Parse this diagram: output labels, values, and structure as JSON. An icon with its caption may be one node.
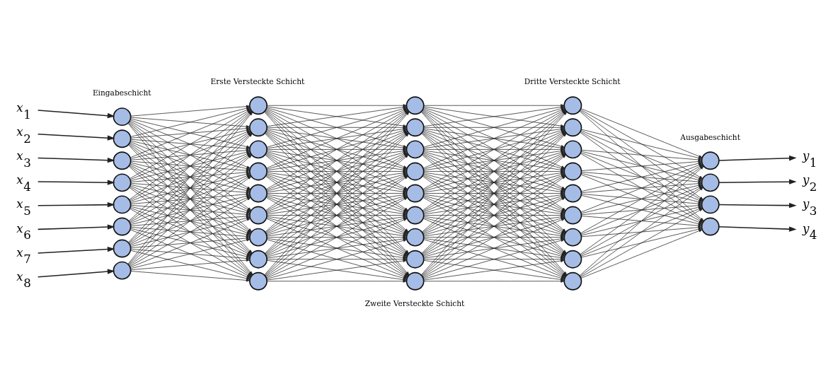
{
  "diagram": {
    "nodes": [
      {
        "text": [
          "x$_{1}$"
        ]
      },
      {
        "text": [
          "x$_{2}$"
        ]
      },
      {
        "text": [
          "x$_{3}$"
        ]
      },
      {
        "text": [
          "x$_{4}$"
        ]
      },
      {
        "text": [
          "x$_{5}$"
        ]
      },
      {
        "text": [
          "x$_{6}$"
        ]
      },
      {
        "text": [
          "x$_{7}$"
        ]
      },
      {
        "text": [
          "x$_{8}$"
        ]
      },
      {
        "text": [],
        "shape": "circle"
      },
      {
        "text": [],
        "shape": "circle"
      },
      {
        "text": [],
        "shape": "circle"
      },
      {
        "text": [],
        "shape": "circle"
      },
      {
        "text": [],
        "shape": "circle"
      },
      {
        "text": [],
        "shape": "circle"
      },
      {
        "text": [],
        "shape": "circle"
      },
      {
        "text": [],
        "shape": "circle"
      },
      {
        "text": [],
        "shape": "circle"
      },
      {
        "text": [],
        "shape": "circle"
      },
      {
        "text": [],
        "shape": "circle"
      },
      {
        "text": [],
        "shape": "circle"
      },
      {
        "text": [],
        "shape": "circle"
      },
      {
        "text": [],
        "shape": "circle"
      },
      {
        "text": [],
        "shape": "circle"
      },
      {
        "text": [],
        "shape": "circle"
      },
      {
        "text": [],
        "shape": "circle"
      },
      {
        "text": [],
        "shape": "circle"
      },
      {
        "text": [],
        "shape": "circle"
      },
      {
        "text": [],
        "shape": "circle"
      },
      {
        "text": [],
        "shape": "circle"
      },
      {
        "text": [],
        "shape": "circle"
      },
      {
        "text": [],
        "shape": "circle"
      },
      {
        "text": [],
        "shape": "circle"
      },
      {
        "text": [],
        "shape": "circle"
      },
      {
        "text": [],
        "shape": "circle"
      },
      {
        "text": [],
        "shape": "circle"
      },
      {
        "text": [],
        "shape": "circle"
      },
      {
        "text": [],
        "shape": "circle"
      },
      {
        "text": [],
        "shape": "circle"
      },
      {
        "text": [],
        "shape": "circle"
      },
      {
        "text": [],
        "shape": "circle"
      },
      {
        "text": [],
        "shape": "circle"
      },
      {
        "text": [],
        "shape": "circle"
      },
      {
        "text": [],
        "shape": "circle"
      },
      {
        "text": [],
        "shape": "circle"
      },
      {
        "text": [],
        "shape": "circle"
      },
      {
        "text": [],
        "shape": "circle"
      },
      {
        "text": [],
        "shape": "circle"
      },
      {
        "text": [
          "y$_{1}$"
        ]
      },
      {
        "text": [
          "y$_{2}$"
        ]
      },
      {
        "text": [
          "y$_{3}$"
        ]
      },
      {
        "text": [
          "y$_{4}$"
        ]
      }
    ],
    "edges": [
      {
        "from": 0,
        "to": 8,
        "arrow": "to"
      },
      {
        "from": 1,
        "to": 9,
        "arrow": "to"
      },
      {
        "from": 2,
        "to": 10,
        "arrow": "to"
      },
      {
        "from": 3,
        "to": 11,
        "arrow": "to"
      },
      {
        "from": 4,
        "to": 12,
        "arrow": "to"
      },
      {
        "from": 5,
        "to": 13,
        "arrow": "to"
      },
      {
        "from": 6,
        "to": 14,
        "arrow": "to"
      },
      {
        "from": 7,
        "to": 15,
        "arrow": "to"
      },
      {
        "from": 8,
        "to": 16,
        "arrow": "to"
      },
      {
        "from": 8,
        "to": 17,
        "arrow": "to"
      },
      {
        "from": 8,
        "to": 18,
        "arrow": "to"
      },
      {
        "from": 8,
        "to": 19,
        "arrow": "to"
      },
      {
        "from": 8,
        "to": 20,
        "arrow": "to"
      },
      {
        "from": 8,
        "to": 21,
        "arrow": "to"
      },
      {
        "from": 8,
        "to": 22,
        "arrow": "to"
      },
      {
        "from": 8,
        "to": 23,
        "arrow": "to"
      },
      {
        "from": 8,
        "to": 24,
        "arrow": "to"
      },
      {
        "from": 9,
        "to": 16,
        "arrow": "to"
      },
      {
        "from": 9,
        "to": 17,
        "arrow": "to"
      },
      {
        "from": 9,
        "to": 18,
        "arrow": "to"
      },
      {
        "from": 9,
        "to": 19,
        "arrow": "to"
      },
      {
        "from": 9,
        "to": 20,
        "arrow": "to"
      },
      {
        "from": 9,
        "to": 21,
        "arrow": "to"
      },
      {
        "from": 9,
        "to": 22,
        "arrow": "to"
      },
      {
        "from": 9,
        "to": 23,
        "arrow": "to"
      },
      {
        "from": 9,
        "to": 24,
        "arrow": "to"
      },
      {
        "from": 10,
        "to": 16,
        "arrow": "to"
      },
      {
        "from": 10,
        "to": 17,
        "arrow": "to"
      },
      {
        "from": 10,
        "to": 18,
        "arrow": "to"
      },
      {
        "from": 10,
        "to": 19,
        "arrow": "to"
      },
      {
        "from": 10,
        "to": 20,
        "arrow": "to"
      },
      {
        "from": 10,
        "to": 21,
        "arrow": "to"
      },
      {
        "from": 10,
        "to": 22,
        "arrow": "to"
      },
      {
        "from": 10,
        "to": 23,
        "arrow": "to"
      },
      {
        "from": 10,
        "to": 24,
        "arrow": "to"
      },
      {
        "from": 11,
        "to": 16,
        "arrow": "to"
      },
      {
        "from": 11,
        "to": 17,
        "arrow": "to"
      },
      {
        "from": 11,
        "to": 18,
        "arrow": "to"
      },
      {
        "from": 11,
        "to": 19,
        "arrow": "to"
      },
      {
        "from": 11,
        "to": 20,
        "arrow": "to"
      },
      {
        "from": 11,
        "to": 21,
        "arrow": "to"
      },
      {
        "from": 11,
        "to": 22,
        "arrow": "to"
      },
      {
        "from": 11,
        "to": 23,
        "arrow": "to"
      },
      {
        "from": 11,
        "to": 24,
        "arrow": "to"
      },
      {
        "from": 12,
        "to": 16,
        "arrow": "to"
      },
      {
        "from": 12,
        "to": 17,
        "arrow": "to"
      },
      {
        "from": 12,
        "to": 18,
        "arrow": "to"
      },
      {
        "from": 12,
        "to": 19,
        "arrow": "to"
      },
      {
        "from": 12,
        "to": 20,
        "arrow": "to"
      },
      {
        "from": 12,
        "to": 21,
        "arrow": "to"
      },
      {
        "from": 12,
        "to": 22,
        "arrow": "to"
      },
      {
        "from": 12,
        "to": 23,
        "arrow": "to"
      },
      {
        "from": 12,
        "to": 24,
        "arrow": "to"
      },
      {
        "from": 13,
        "to": 16,
        "arrow": "to"
      },
      {
        "from": 13,
        "to": 17,
        "arrow": "to"
      },
      {
        "from": 13,
        "to": 18,
        "arrow": "to"
      },
      {
        "from": 13,
        "to": 19,
        "arrow": "to"
      },
      {
        "from": 13,
        "to": 20,
        "arrow": "to"
      },
      {
        "from": 13,
        "to": 21,
        "arrow": "to"
      },
      {
        "from": 13,
        "to": 22,
        "arrow": "to"
      },
      {
        "from": 13,
        "to": 23,
        "arrow": "to"
      },
      {
        "from": 13,
        "to": 24,
        "arrow": "to"
      },
      {
        "from": 14,
        "to": 16,
        "arrow": "to"
      },
      {
        "from": 14,
        "to": 17,
        "arrow": "to"
      },
      {
        "from": 14,
        "to": 18,
        "arrow": "to"
      },
      {
        "from": 14,
        "to": 19,
        "arrow": "to"
      },
      {
        "from": 14,
        "to": 20,
        "arrow": "to"
      },
      {
        "from": 14,
        "to": 21,
        "arrow": "to"
      },
      {
        "from": 14,
        "to": 22,
        "arrow": "to"
      },
      {
        "from": 14,
        "to": 23,
        "arrow": "to"
      },
      {
        "from": 14,
        "to": 24,
        "arrow": "to"
      },
      {
        "from": 15,
        "to": 16,
        "arrow": "to"
      },
      {
        "from": 15,
        "to": 17,
        "arrow": "to"
      },
      {
        "from": 15,
        "to": 18,
        "arrow": "to"
      },
      {
        "from": 15,
        "to": 19,
        "arrow": "to"
      },
      {
        "from": 15,
        "to": 20,
        "arrow": "to"
      },
      {
        "from": 15,
        "to": 21,
        "arrow": "to"
      },
      {
        "from": 15,
        "to": 22,
        "arrow": "to"
      },
      {
        "from": 15,
        "to": 23,
        "arrow": "to"
      },
      {
        "from": 15,
        "to": 24,
        "arrow": "to"
      },
      {
        "from": 16,
        "to": 25,
        "arrow": "to"
      },
      {
        "from": 16,
        "to": 26,
        "arrow": "to"
      },
      {
        "from": 16,
        "to": 27,
        "arrow": "to"
      },
      {
        "from": 16,
        "to": 28,
        "arrow": "to"
      },
      {
        "from": 16,
        "to": 29,
        "arrow": "to"
      },
      {
        "from": 16,
        "to": 30,
        "arrow": "to"
      },
      {
        "from": 16,
        "to": 31,
        "arrow": "to"
      },
      {
        "from": 16,
        "to": 32,
        "arrow": "to"
      },
      {
        "from": 16,
        "to": 33,
        "arrow": "to"
      },
      {
        "from": 17,
        "to": 25,
        "arrow": "to"
      },
      {
        "from": 17,
        "to": 26,
        "arrow": "to"
      },
      {
        "from": 17,
        "to": 27,
        "arrow": "to"
      },
      {
        "from": 17,
        "to": 28,
        "arrow": "to"
      },
      {
        "from": 17,
        "to": 29,
        "arrow": "to"
      },
      {
        "from": 17,
        "to": 30,
        "arrow": "to"
      },
      {
        "from": 17,
        "to": 31,
        "arrow": "to"
      },
      {
        "from": 17,
        "to": 32,
        "arrow": "to"
      },
      {
        "from": 17,
        "to": 33,
        "arrow": "to"
      },
      {
        "from": 18,
        "to": 25,
        "arrow": "to"
      },
      {
        "from": 18,
        "to": 26,
        "arrow": "to"
      },
      {
        "from": 18,
        "to": 27,
        "arrow": "to"
      },
      {
        "from": 18,
        "to": 28,
        "arrow": "to"
      },
      {
        "from": 18,
        "to": 29,
        "arrow": "to"
      },
      {
        "from": 18,
        "to": 30,
        "arrow": "to"
      },
      {
        "from": 18,
        "to": 31,
        "arrow": "to"
      },
      {
        "from": 18,
        "to": 32,
        "arrow": "to"
      },
      {
        "from": 18,
        "to": 33,
        "arrow": "to"
      },
      {
        "from": 19,
        "to": 25,
        "arrow": "to"
      },
      {
        "from": 19,
        "to": 26,
        "arrow": "to"
      },
      {
        "from": 19,
        "to": 27,
        "arrow": "to"
      },
      {
        "from": 19,
        "to": 28,
        "arrow": "to"
      },
      {
        "from": 19,
        "to": 29,
        "arrow": "to"
      },
      {
        "from": 19,
        "to": 30,
        "arrow": "to"
      },
      {
        "from": 19,
        "to": 31,
        "arrow": "to"
      },
      {
        "from": 19,
        "to": 32,
        "arrow": "to"
      },
      {
        "from": 19,
        "to": 33,
        "arrow": "to"
      },
      {
        "from": 20,
        "to": 25,
        "arrow": "to"
      },
      {
        "from": 20,
        "to": 26,
        "arrow": "to"
      },
      {
        "from": 20,
        "to": 27,
        "arrow": "to"
      },
      {
        "from": 20,
        "to": 28,
        "arrow": "to"
      },
      {
        "from": 20,
        "to": 29,
        "arrow": "to"
      },
      {
        "from": 20,
        "to": 30,
        "arrow": "to"
      },
      {
        "from": 20,
        "to": 31,
        "arrow": "to"
      },
      {
        "from": 20,
        "to": 32,
        "arrow": "to"
      },
      {
        "from": 20,
        "to": 33,
        "arrow": "to"
      },
      {
        "from": 21,
        "to": 25,
        "arrow": "to"
      },
      {
        "from": 21,
        "to": 26,
        "arrow": "to"
      },
      {
        "from": 21,
        "to": 27,
        "arrow": "to"
      },
      {
        "from": 21,
        "to": 28,
        "arrow": "to"
      },
      {
        "from": 21,
        "to": 29,
        "arrow": "to"
      },
      {
        "from": 21,
        "to": 30,
        "arrow": "to"
      },
      {
        "from": 21,
        "to": 31,
        "arrow": "to"
      },
      {
        "from": 21,
        "to": 32,
        "arrow": "to"
      },
      {
        "from": 21,
        "to": 33,
        "arrow": "to"
      },
      {
        "from": 22,
        "to": 25,
        "arrow": "to"
      },
      {
        "from": 22,
        "to": 26,
        "arrow": "to"
      },
      {
        "from": 22,
        "to": 27,
        "arrow": "to"
      },
      {
        "from": 22,
        "to": 28,
        "arrow": "to"
      },
      {
        "from": 22,
        "to": 29,
        "arrow": "to"
      },
      {
        "from": 22,
        "to": 30,
        "arrow": "to"
      },
      {
        "from": 22,
        "to": 31,
        "arrow": "to"
      },
      {
        "from": 22,
        "to": 32,
        "arrow": "to"
      },
      {
        "from": 22,
        "to": 33,
        "arrow": "to"
      },
      {
        "from": 23,
        "to": 25,
        "arrow": "to"
      },
      {
        "from": 23,
        "to": 26,
        "arrow": "to"
      },
      {
        "from": 23,
        "to": 27,
        "arrow": "to"
      },
      {
        "from": 23,
        "to": 28,
        "arrow": "to"
      },
      {
        "from": 23,
        "to": 29,
        "arrow": "to"
      },
      {
        "from": 23,
        "to": 30,
        "arrow": "to"
      },
      {
        "from": 23,
        "to": 31,
        "arrow": "to"
      },
      {
        "from": 23,
        "to": 32,
        "arrow": "to"
      },
      {
        "from": 23,
        "to": 33,
        "arrow": "to"
      },
      {
        "from": 24,
        "to": 25,
        "arrow": "to"
      },
      {
        "from": 24,
        "to": 26,
        "arrow": "to"
      },
      {
        "from": 24,
        "to": 27,
        "arrow": "to"
      },
      {
        "from": 24,
        "to": 28,
        "arrow": "to"
      },
      {
        "from": 24,
        "to": 29,
        "arrow": "to"
      },
      {
        "from": 24,
        "to": 30,
        "arrow": "to"
      },
      {
        "from": 24,
        "to": 31,
        "arrow": "to"
      },
      {
        "from": 24,
        "to": 32,
        "arrow": "to"
      },
      {
        "from": 24,
        "to": 33,
        "arrow": "to"
      },
      {
        "from": 25,
        "to": 34,
        "arrow": "to"
      },
      {
        "from": 25,
        "to": 35,
        "arrow": "to"
      },
      {
        "from": 25,
        "to": 36,
        "arrow": "to"
      },
      {
        "from": 25,
        "to": 37,
        "arrow": "to"
      },
      {
        "from": 25,
        "to": 38,
        "arrow": "to"
      },
      {
        "from": 25,
        "to": 39,
        "arrow": "to"
      },
      {
        "from": 25,
        "to": 40,
        "arrow": "to"
      },
      {
        "from": 25,
        "to": 41,
        "arrow": "to"
      },
      {
        "from": 25,
        "to": 42,
        "arrow": "to"
      },
      {
        "from": 26,
        "to": 34,
        "arrow": "to"
      },
      {
        "from": 26,
        "to": 35,
        "arrow": "to"
      },
      {
        "from": 26,
        "to": 36,
        "arrow": "to"
      },
      {
        "from": 26,
        "to": 37,
        "arrow": "to"
      },
      {
        "from": 26,
        "to": 38,
        "arrow": "to"
      },
      {
        "from": 26,
        "to": 39,
        "arrow": "to"
      },
      {
        "from": 26,
        "to": 40,
        "arrow": "to"
      },
      {
        "from": 26,
        "to": 41,
        "arrow": "to"
      },
      {
        "from": 26,
        "to": 42,
        "arrow": "to"
      },
      {
        "from": 27,
        "to": 34,
        "arrow": "to"
      },
      {
        "from": 27,
        "to": 35,
        "arrow": "to"
      },
      {
        "from": 27,
        "to": 36,
        "arrow": "to"
      },
      {
        "from": 27,
        "to": 37,
        "arrow": "to"
      },
      {
        "from": 27,
        "to": 38,
        "arrow": "to"
      },
      {
        "from": 27,
        "to": 39,
        "arrow": "to"
      },
      {
        "from": 27,
        "to": 40,
        "arrow": "to"
      },
      {
        "from": 27,
        "to": 41,
        "arrow": "to"
      },
      {
        "from": 27,
        "to": 42,
        "arrow": "to"
      },
      {
        "from": 28,
        "to": 34,
        "arrow": "to"
      },
      {
        "from": 28,
        "to": 35,
        "arrow": "to"
      },
      {
        "from": 28,
        "to": 36,
        "arrow": "to"
      },
      {
        "from": 28,
        "to": 37,
        "arrow": "to"
      },
      {
        "from": 28,
        "to": 38,
        "arrow": "to"
      },
      {
        "from": 28,
        "to": 39,
        "arrow": "to"
      },
      {
        "from": 28,
        "to": 40,
        "arrow": "to"
      },
      {
        "from": 28,
        "to": 41,
        "arrow": "to"
      },
      {
        "from": 28,
        "to": 42,
        "arrow": "to"
      },
      {
        "from": 29,
        "to": 34,
        "arrow": "to"
      },
      {
        "from": 29,
        "to": 35,
        "arrow": "to"
      },
      {
        "from": 29,
        "to": 36,
        "arrow": "to"
      },
      {
        "from": 29,
        "to": 37,
        "arrow": "to"
      },
      {
        "from": 29,
        "to": 38,
        "arrow": "to"
      },
      {
        "from": 29,
        "to": 39,
        "arrow": "to"
      },
      {
        "from": 29,
        "to": 40,
        "arrow": "to"
      },
      {
        "from": 29,
        "to": 41,
        "arrow": "to"
      },
      {
        "from": 29,
        "to": 42,
        "arrow": "to"
      },
      {
        "from": 30,
        "to": 34,
        "arrow": "to"
      },
      {
        "from": 30,
        "to": 35,
        "arrow": "to"
      },
      {
        "from": 30,
        "to": 36,
        "arrow": "to"
      },
      {
        "from": 30,
        "to": 37,
        "arrow": "to"
      },
      {
        "from": 30,
        "to": 38,
        "arrow": "to"
      },
      {
        "from": 30,
        "to": 39,
        "arrow": "to"
      },
      {
        "from": 30,
        "to": 40,
        "arrow": "to"
      },
      {
        "from": 30,
        "to": 41,
        "arrow": "to"
      },
      {
        "from": 30,
        "to": 42,
        "arrow": "to"
      },
      {
        "from": 31,
        "to": 34,
        "arrow": "to"
      },
      {
        "from": 31,
        "to": 35,
        "arrow": "to"
      },
      {
        "from": 31,
        "to": 36,
        "arrow": "to"
      },
      {
        "from": 31,
        "to": 37,
        "arrow": "to"
      },
      {
        "from": 31,
        "to": 38,
        "arrow": "to"
      },
      {
        "from": 31,
        "to": 39,
        "arrow": "to"
      },
      {
        "from": 31,
        "to": 40,
        "arrow": "to"
      },
      {
        "from": 31,
        "to": 41,
        "arrow": "to"
      },
      {
        "from": 31,
        "to": 42,
        "arrow": "to"
      },
      {
        "from": 32,
        "to": 34,
        "arrow": "to"
      },
      {
        "from": 32,
        "to": 35,
        "arrow": "to"
      },
      {
        "from": 32,
        "to": 36,
        "arrow": "to"
      },
      {
        "from": 32,
        "to": 37,
        "arrow": "to"
      },
      {
        "from": 32,
        "to": 38,
        "arrow": "to"
      },
      {
        "from": 32,
        "to": 39,
        "arrow": "to"
      },
      {
        "from": 32,
        "to": 40,
        "arrow": "to"
      },
      {
        "from": 32,
        "to": 41,
        "arrow": "to"
      },
      {
        "from": 32,
        "to": 42,
        "arrow": "to"
      },
      {
        "from": 33,
        "to": 34,
        "arrow": "to"
      },
      {
        "from": 33,
        "to": 35,
        "arrow": "to"
      },
      {
        "from": 33,
        "to": 36,
        "arrow": "to"
      },
      {
        "from": 33,
        "to": 37,
        "arrow": "to"
      },
      {
        "from": 33,
        "to": 38,
        "arrow": "to"
      },
      {
        "from": 33,
        "to": 39,
        "arrow": "to"
      },
      {
        "from": 33,
        "to": 40,
        "arrow": "to"
      },
      {
        "from": 33,
        "to": 41,
        "arrow": "to"
      },
      {
        "from": 33,
        "to": 42,
        "arrow": "to"
      },
      {
        "from": 34,
        "to": 43,
        "arrow": "to"
      },
      {
        "from": 34,
        "to": 44,
        "arrow": "to"
      },
      {
        "from": 34,
        "to": 45,
        "arrow": "to"
      },
      {
        "from": 34,
        "to": 46,
        "arrow": "to"
      },
      {
        "from": 35,
        "to": 43,
        "arrow": "to"
      },
      {
        "from": 35,
        "to": 44,
        "arrow": "to"
      },
      {
        "from": 35,
        "to": 45,
        "arrow": "to"
      },
      {
        "from": 35,
        "to": 46,
        "arrow": "to"
      },
      {
        "from": 36,
        "to": 43,
        "arrow": "to"
      },
      {
        "from": 36,
        "to": 44,
        "arrow": "to"
      },
      {
        "from": 36,
        "to": 45,
        "arrow": "to"
      },
      {
        "from": 36,
        "to": 46,
        "arrow": "to"
      },
      {
        "from": 37,
        "to": 43,
        "arrow": "to"
      },
      {
        "from": 37,
        "to": 44,
        "arrow": "to"
      },
      {
        "from": 37,
        "to": 45,
        "arrow": "to"
      },
      {
        "from": 37,
        "to": 46,
        "arrow": "to"
      },
      {
        "from": 38,
        "to": 43,
        "arrow": "to"
      },
      {
        "from": 38,
        "to": 44,
        "arrow": "to"
      },
      {
        "from": 38,
        "to": 45,
        "arrow": "to"
      },
      {
        "from": 38,
        "to": 46,
        "arrow": "to"
      },
      {
        "from": 39,
        "to": 43,
        "arrow": "to"
      },
      {
        "from": 39,
        "to": 44,
        "arrow": "to"
      },
      {
        "from": 39,
        "to": 45,
        "arrow": "to"
      },
      {
        "from": 39,
        "to": 46,
        "arrow": "to"
      },
      {
        "from": 40,
        "to": 43,
        "arrow": "to"
      },
      {
        "from": 40,
        "to": 44,
        "arrow": "to"
      },
      {
        "from": 40,
        "to": 45,
        "arrow": "to"
      },
      {
        "from": 40,
        "to": 46,
        "arrow": "to"
      },
      {
        "from": 41,
        "to": 43,
        "arrow": "to"
      },
      {
        "from": 41,
        "to": 44,
        "arrow": "to"
      },
      {
        "from": 41,
        "to": 45,
        "arrow": "to"
      },
      {
        "from": 41,
        "to": 46,
        "arrow": "to"
      },
      {
        "from": 42,
        "to": 43,
        "arrow": "to"
      },
      {
        "from": 42,
        "to": 44,
        "arrow": "to"
      },
      {
        "from": 42,
        "to": 45,
        "arrow": "to"
      },
      {
        "from": 42,
        "to": 46,
        "arrow": "to"
      },
      {
        "from": 43,
        "to": 47,
        "arrow": "to"
      },
      {
        "from": 44,
        "to": 48,
        "arrow": "to"
      },
      {
        "from": 45,
        "to": 49,
        "arrow": "to"
      },
      {
        "from": 46,
        "to": 50,
        "arrow": "to"
      }
    ],
    "labels": [
      "Erste Versteckte Schicht",
      "Dritte Versteckte Schicht",
      "Eingabeschicht",
      "Ausgabeschicht",
      "Zweite Versteckte Schicht"
    ]
  }
}
